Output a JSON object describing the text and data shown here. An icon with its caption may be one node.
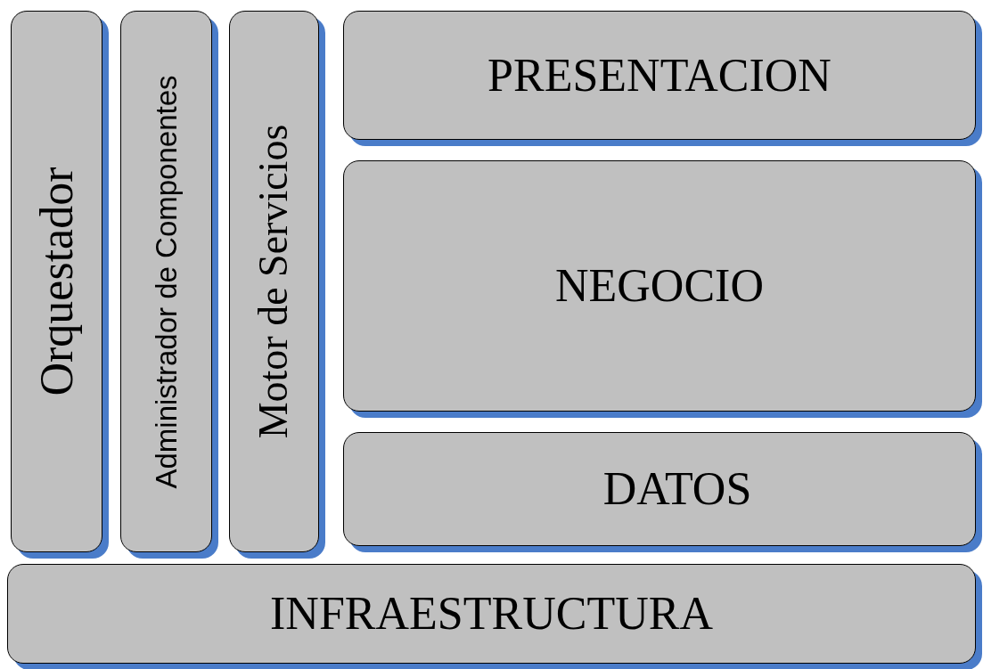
{
  "diagram": {
    "nodes": [
      {
        "text": [
          "Orquestador"
        ]
      },
      {
        "text": [
          "Administrador de Componentes"
        ]
      },
      {
        "text": [
          "Motor de Servicios"
        ]
      },
      {
        "text": [
          "PRESENTACION"
        ]
      },
      {
        "text": [
          "NEGOCIO"
        ]
      },
      {
        "text": [
          "DATOS"
        ]
      },
      {
        "text": [
          "INFRAESTRUCTURA"
        ]
      }
    ]
  }
}
